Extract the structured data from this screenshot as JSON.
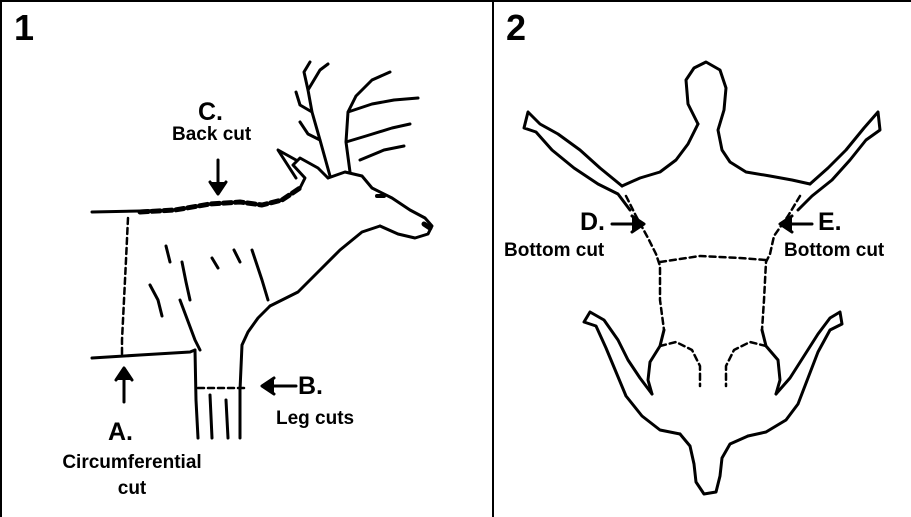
{
  "panels": [
    {
      "number": "1"
    },
    {
      "number": "2"
    }
  ],
  "cuts": {
    "a": {
      "letter": "A.",
      "text_line1": "Circumferential",
      "text_line2": "cut"
    },
    "b": {
      "letter": "B.",
      "text": "Leg cuts"
    },
    "c": {
      "letter": "C.",
      "text": "Back cut"
    },
    "d": {
      "letter": "D.",
      "text": "Bottom cut"
    },
    "e": {
      "letter": "E.",
      "text": "Bottom cut"
    }
  }
}
